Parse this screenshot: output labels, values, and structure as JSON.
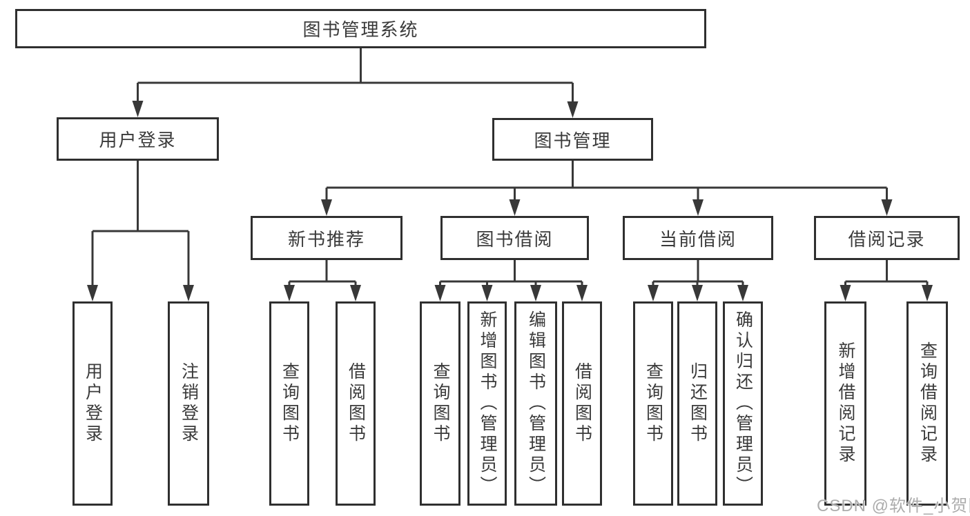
{
  "colors": {
    "line": "#383838",
    "box_border": "#2f2f2f",
    "text": "#3a3a3a",
    "background": "#ffffff",
    "watermark_text_color": "#acacac"
  },
  "watermark": {
    "text": "CSDN @软件_小贺同学"
  },
  "tree": {
    "root": {
      "label": "图书管理系统",
      "children": [
        {
          "label": "用户登录",
          "children": [
            {
              "label": "用户登录"
            },
            {
              "label": "注销登录"
            }
          ]
        },
        {
          "label": "图书管理",
          "children": [
            {
              "label": "新书推荐",
              "children": [
                {
                  "label": "查询图书"
                },
                {
                  "label": "借阅图书"
                }
              ]
            },
            {
              "label": "图书借阅",
              "children": [
                {
                  "label": "查询图书"
                },
                {
                  "label": "新增图书（管理员）"
                },
                {
                  "label": "编辑图书（管理员）"
                },
                {
                  "label": "借阅图书"
                }
              ]
            },
            {
              "label": "当前借阅",
              "children": [
                {
                  "label": "查询图书"
                },
                {
                  "label": "归还图书"
                },
                {
                  "label": "确认归还（管理员）"
                }
              ]
            },
            {
              "label": "借阅记录",
              "children": [
                {
                  "label": "新增借阅记录"
                },
                {
                  "label": "查询借阅记录"
                }
              ]
            }
          ]
        }
      ]
    }
  }
}
